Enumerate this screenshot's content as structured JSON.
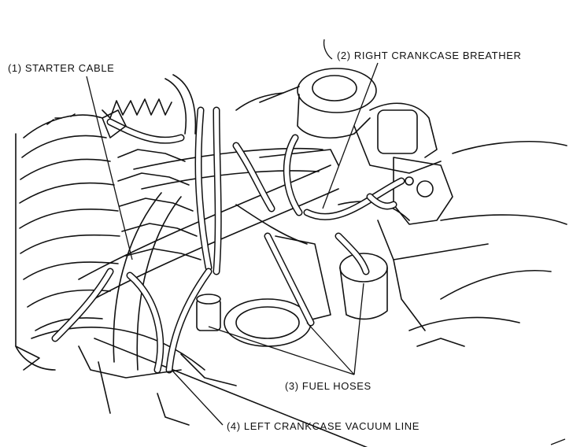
{
  "callouts": {
    "starter_cable": "(1) STARTER CABLE",
    "right_breather": "(2) RIGHT CRANKCASE BREATHER",
    "fuel_hoses": "(3) FUEL HOSES",
    "vacuum_line": "(4) LEFT CRANKCASE VACUUM LINE"
  }
}
